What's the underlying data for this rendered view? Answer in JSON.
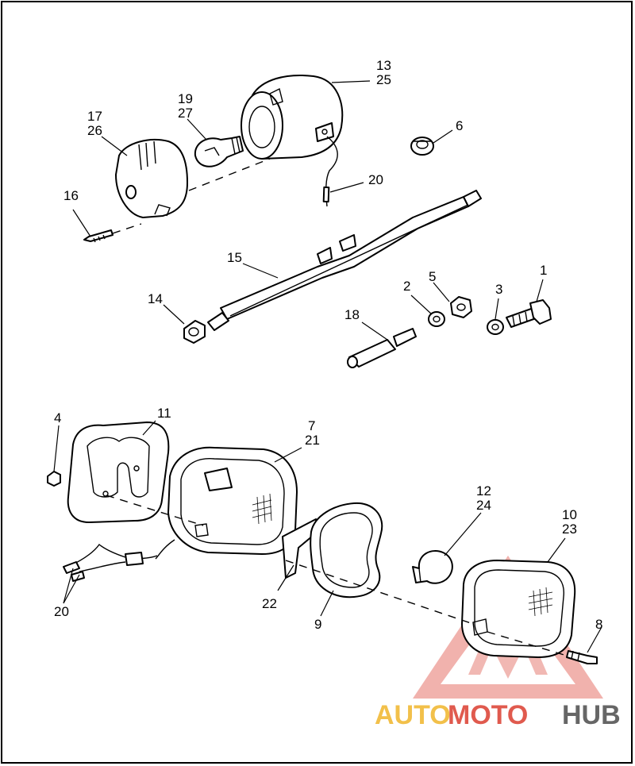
{
  "labels": {
    "p1": "1",
    "p2": "2",
    "p3": "3",
    "p4": "4",
    "p5": "5",
    "p6": "6",
    "p7": "7",
    "p21": "21",
    "p8": "8",
    "p9": "9",
    "p10": "10",
    "p23": "23",
    "p11": "11",
    "p12": "12",
    "p24": "24",
    "p13": "13",
    "p25": "25",
    "p14": "14",
    "p15": "15",
    "p16": "16",
    "p17": "17",
    "p26": "26",
    "p18": "18",
    "p19": "19",
    "p27": "27",
    "p20a": "20",
    "p20b": "20",
    "p22": "22"
  },
  "watermark": {
    "part1": "AUTO",
    "part2": "MOTO",
    "part3": "HUB",
    "colors": {
      "auto": "#f2c04a",
      "moto": "#e05a4e",
      "hub": "#666666",
      "triangle": "#e05a4e"
    }
  }
}
